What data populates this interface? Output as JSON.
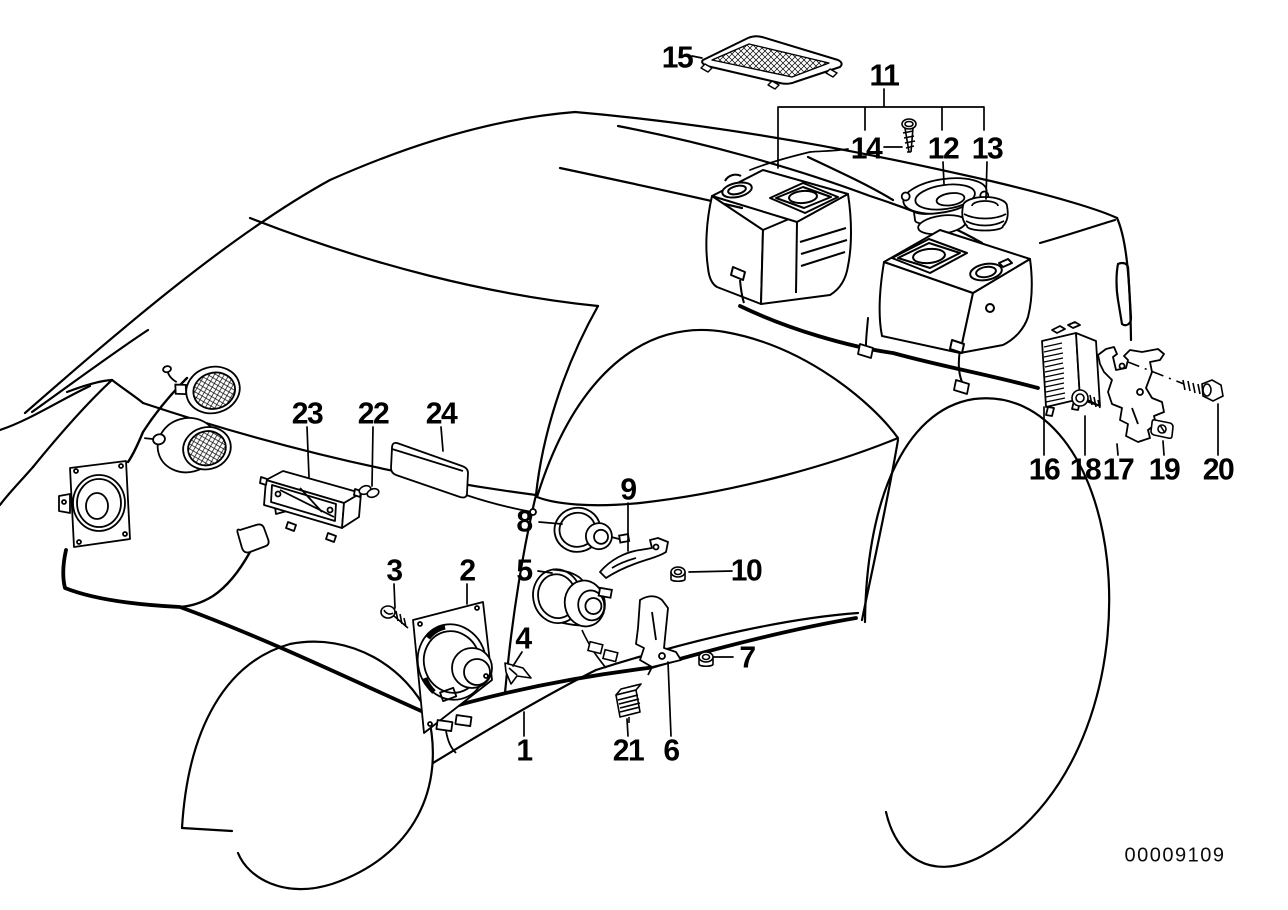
{
  "diagram": {
    "description": "Exploded parts diagram of single components of a HiFi speaker system in a coupe body, with numbered callouts",
    "document_number": "00009109",
    "callouts": [
      "1",
      "2",
      "3",
      "4",
      "5",
      "6",
      "7",
      "8",
      "9",
      "10",
      "11",
      "12",
      "13",
      "14",
      "15",
      "16",
      "17",
      "18",
      "19",
      "20",
      "21",
      "22",
      "23",
      "24"
    ],
    "colors": {
      "ink": "#000000",
      "paper": "#ffffff"
    }
  }
}
